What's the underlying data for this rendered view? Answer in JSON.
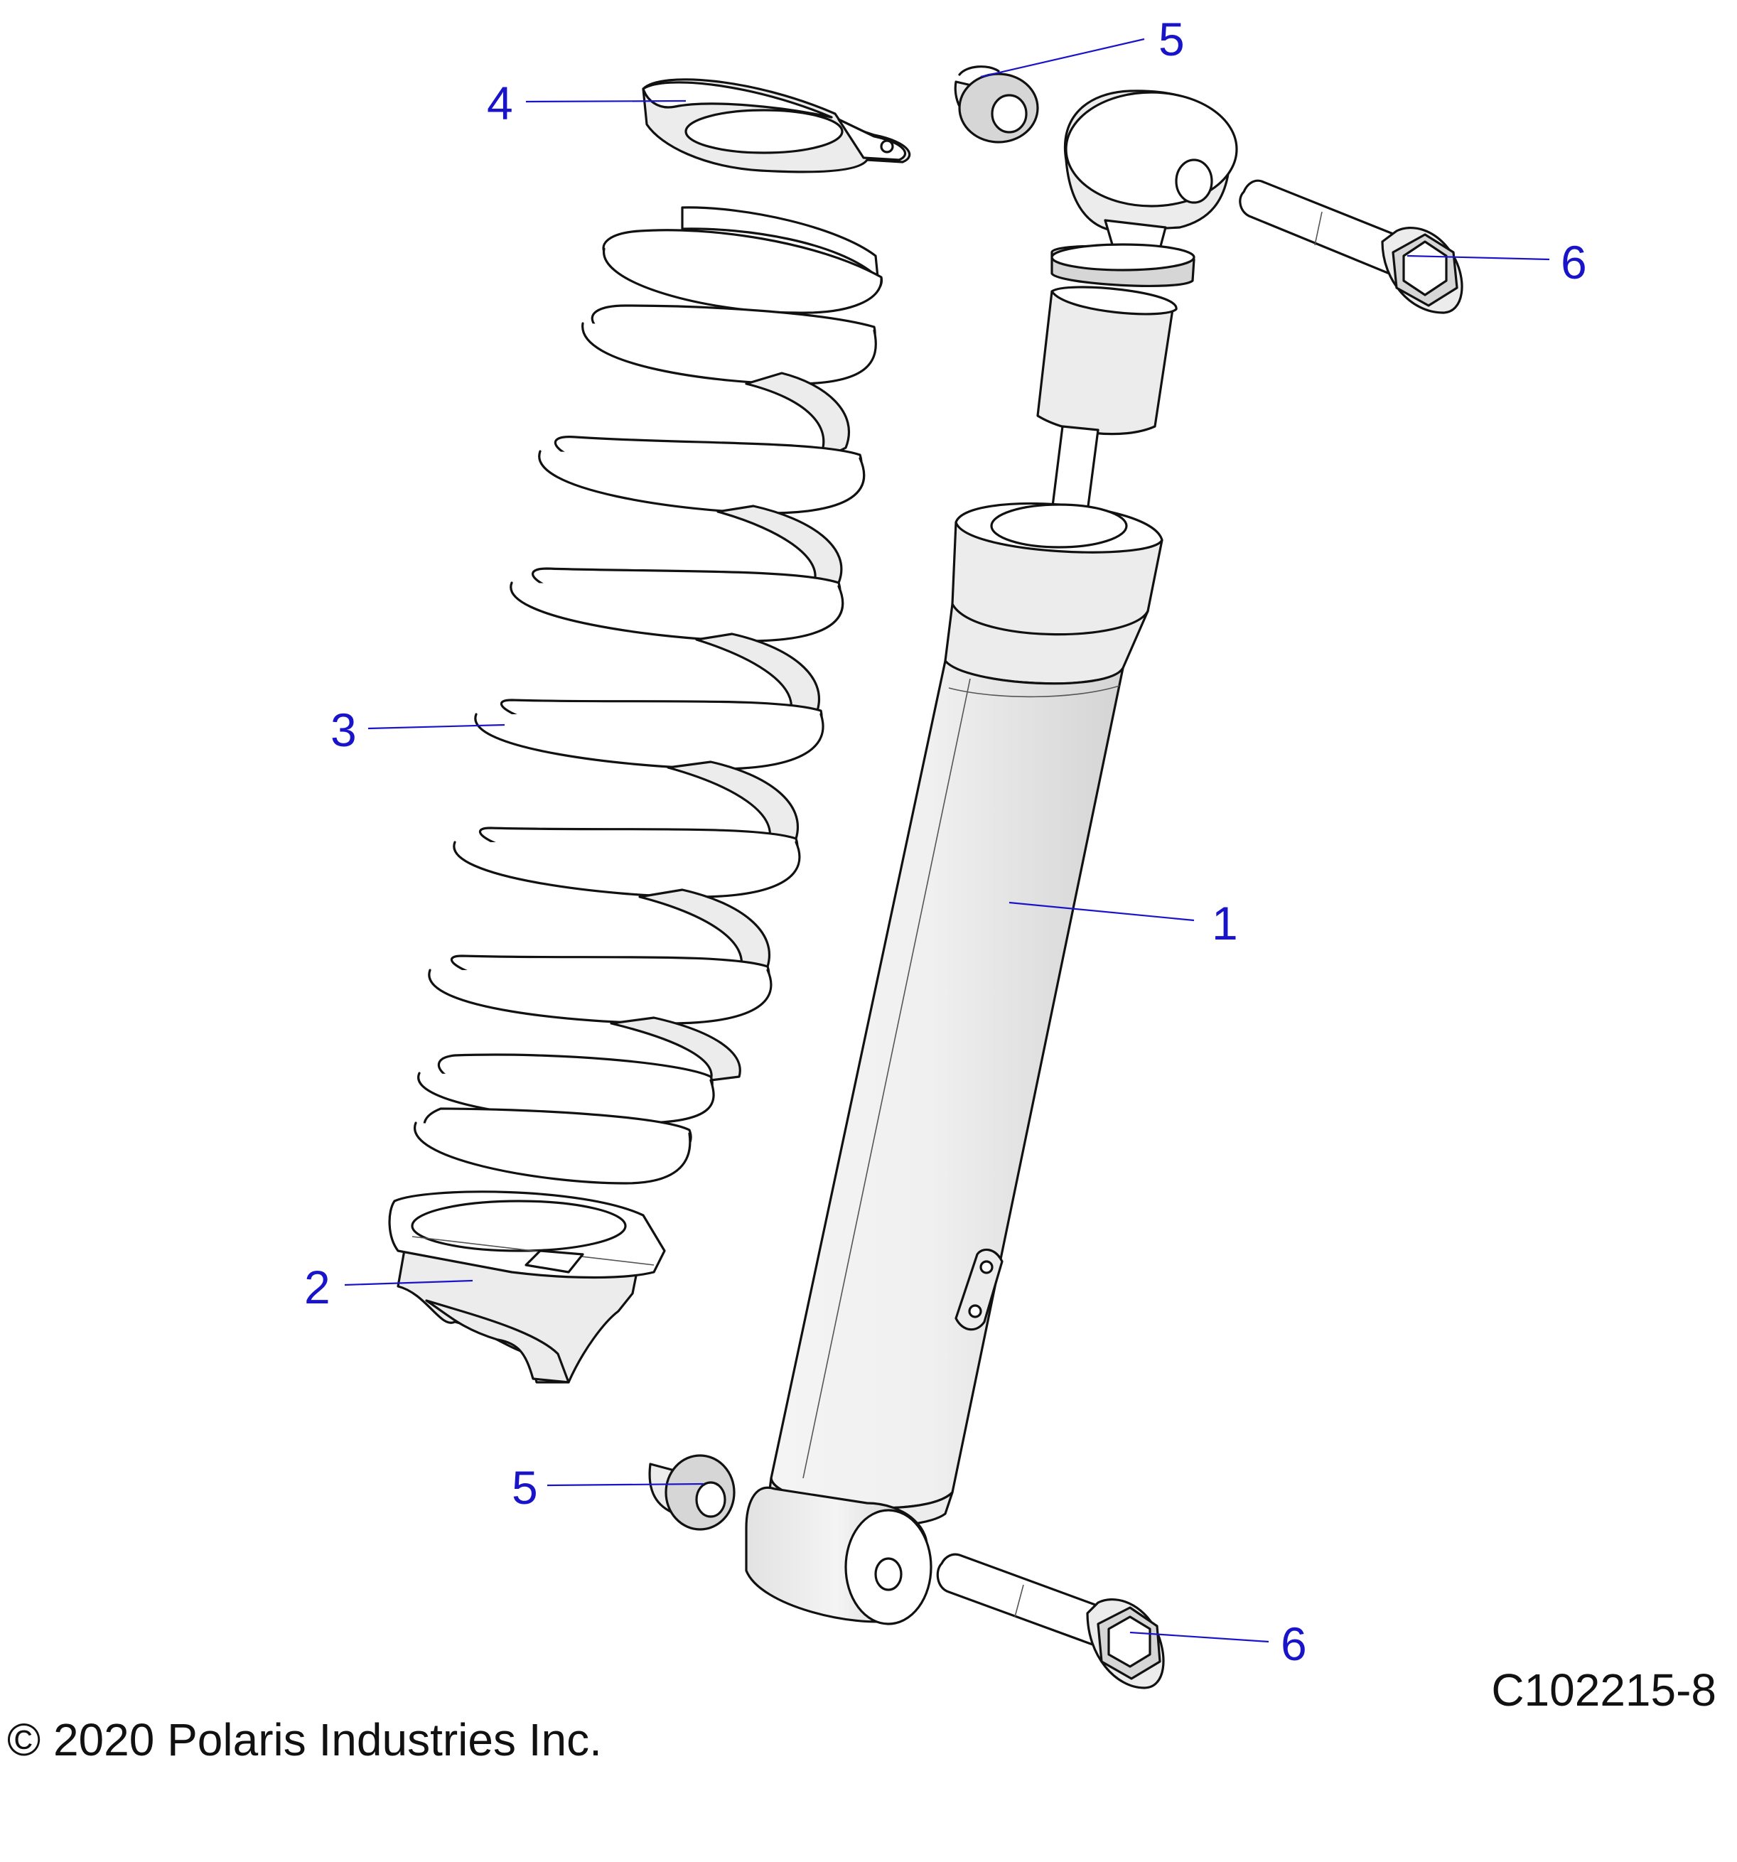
{
  "figure_id": "C102215-8",
  "copyright": "© 2020 Polaris Industries Inc.",
  "callouts": {
    "shock_body": "1",
    "spring_lower_retainer": "2",
    "coil_spring": "3",
    "spring_upper_retainer": "4",
    "upper_bushing": "5",
    "lower_bushing": "5",
    "upper_bolt": "6",
    "lower_bolt": "6"
  },
  "colors": {
    "callout": "#1a14c8",
    "line_art": "#111111",
    "background": "#ffffff"
  }
}
